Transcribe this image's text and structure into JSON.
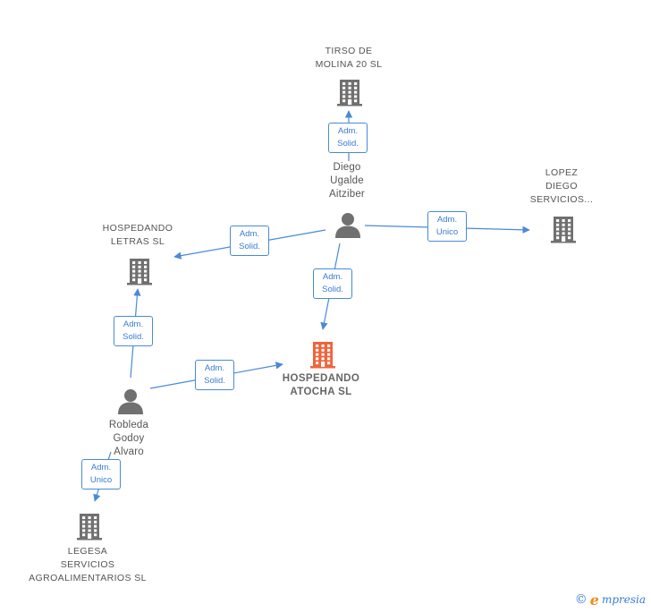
{
  "nodes": [
    {
      "id": "tirso",
      "type": "company",
      "label": "TIRSO DE\nMOLINA 20 SL",
      "main": false
    },
    {
      "id": "lopez",
      "type": "company",
      "label": "LOPEZ\nDIEGO\nSERVICIOS...",
      "main": false
    },
    {
      "id": "letras",
      "type": "company",
      "label": "HOSPEDANDO\nLETRAS  SL",
      "main": false
    },
    {
      "id": "atocha",
      "type": "company",
      "label": "HOSPEDANDO\nATOCHA  SL",
      "main": true
    },
    {
      "id": "legesa",
      "type": "company",
      "label": "LEGESA\nSERVICIOS\nAGROALIMENTARIOS SL",
      "main": false
    },
    {
      "id": "diego",
      "type": "person",
      "label": "Diego\nUgalde\nAitziber"
    },
    {
      "id": "robleda",
      "type": "person",
      "label": "Robleda\nGodoy\nAlvaro"
    }
  ],
  "edges": [
    {
      "id": "e1",
      "from": "diego",
      "to": "tirso",
      "label": "Adm.\nSolid."
    },
    {
      "id": "e2",
      "from": "diego",
      "to": "lopez",
      "label": "Adm.\nUnico"
    },
    {
      "id": "e3",
      "from": "diego",
      "to": "letras",
      "label": "Adm.\nSolid."
    },
    {
      "id": "e4",
      "from": "diego",
      "to": "atocha",
      "label": "Adm.\nSolid."
    },
    {
      "id": "e5",
      "from": "robleda",
      "to": "letras",
      "label": "Adm.\nSolid."
    },
    {
      "id": "e6",
      "from": "robleda",
      "to": "atocha",
      "label": "Adm.\nSolid."
    },
    {
      "id": "e7",
      "from": "robleda",
      "to": "legesa",
      "label": "Adm.\nUnico"
    }
  ],
  "colors": {
    "company": "#707070",
    "main_company": "#f0643c",
    "person": "#707070",
    "edge": "#4a8ad6",
    "edge_label_text": "#3a7bd5"
  },
  "brand": {
    "symbol": "©",
    "initial": "e",
    "name": "mpresia"
  }
}
